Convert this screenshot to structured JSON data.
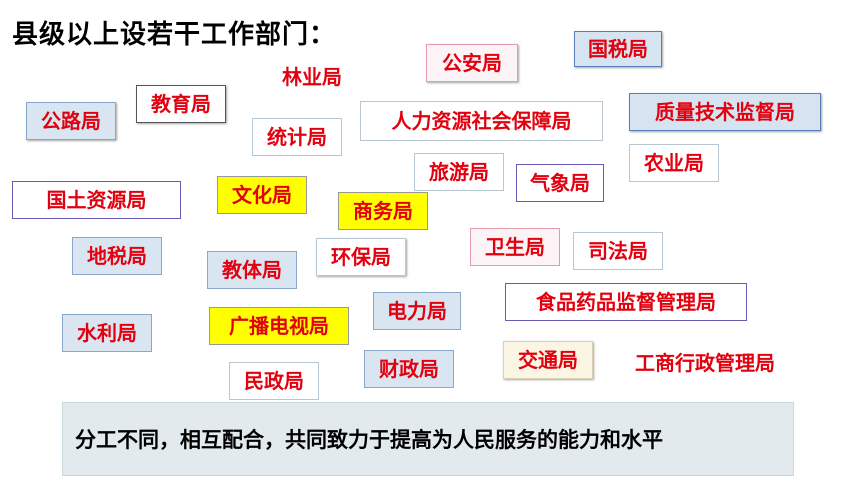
{
  "title": "县级以上设若干工作部门：",
  "departments": {
    "gongan": "公安局",
    "guoshui": "国税局",
    "linye": "林业局",
    "jiaoyu": "教育局",
    "gonglu": "公路局",
    "renli": "人力资源社会保障局",
    "zhiliang": "质量技术监督局",
    "tongji": "统计局",
    "lvyou": "旅游局",
    "nongye": "农业局",
    "qixiang": "气象局",
    "guotu": "国土资源局",
    "wenhua": "文化局",
    "shangwu": "商务局",
    "dishui": "地税局",
    "weisheng": "卫生局",
    "sifa": "司法局",
    "jiaoti": "教体局",
    "huanbao": "环保局",
    "dianli": "电力局",
    "shipin": "食品药品监督管理局",
    "shuili": "水利局",
    "guangbo": "广播电视局",
    "jiaotong": "交通局",
    "gongshang": "工商行政管理局",
    "minzheng": "民政局",
    "caizheng": "财政局"
  },
  "summary": "分工不同，相互配合，共同致力于提高为人民服务的能力和水平"
}
